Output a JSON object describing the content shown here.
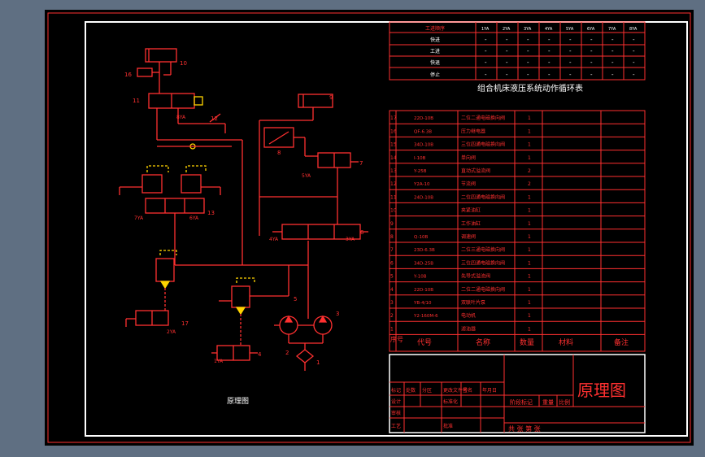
{
  "seq_table": {
    "header": [
      "工进顺序",
      "1YA",
      "2YA",
      "3YA",
      "4YA",
      "5YA",
      "6YA",
      "7YA",
      "8YA"
    ],
    "rows": [
      {
        "label": "快进",
        "cells": [
          "-",
          "-",
          "-",
          "-",
          "-",
          "-",
          "-",
          "-"
        ]
      },
      {
        "label": "工进",
        "cells": [
          "-",
          "-",
          "-",
          "-",
          "-",
          "-",
          "-",
          "-"
        ]
      },
      {
        "label": "快退",
        "cells": [
          "-",
          "-",
          "-",
          "-",
          "-",
          "-",
          "-",
          "-"
        ]
      },
      {
        "label": "停止",
        "cells": [
          "-",
          "-",
          "-",
          "-",
          "-",
          "-",
          "-",
          "-"
        ]
      }
    ]
  },
  "seq_title": "组合机床液压系统动作循环表",
  "parts": {
    "rows": [
      {
        "no": "17",
        "code": "22D-10B",
        "name": "二位二通电磁换向阀",
        "qty": "1"
      },
      {
        "no": "16",
        "code": "QF-6.3B",
        "name": "压力继电器",
        "qty": "1"
      },
      {
        "no": "15",
        "code": "34D-10B",
        "name": "三位四通电磁换向阀",
        "qty": "1"
      },
      {
        "no": "14",
        "code": "I-10B",
        "name": "单向阀",
        "qty": "1"
      },
      {
        "no": "13",
        "code": "Y-25B",
        "name": "直动式溢流阀",
        "qty": "2"
      },
      {
        "no": "12",
        "code": "Y2A-10",
        "name": "节流阀",
        "qty": "2"
      },
      {
        "no": "11",
        "code": "24D-10B",
        "name": "二位四通电磁换向阀",
        "qty": "1"
      },
      {
        "no": "10",
        "code": "",
        "name": "夹紧油缸",
        "qty": "1"
      },
      {
        "no": "9",
        "code": "",
        "name": "工作油缸",
        "qty": "1"
      },
      {
        "no": "8",
        "code": "Q-10B",
        "name": "调速阀",
        "qty": "1"
      },
      {
        "no": "7",
        "code": "23D-6.3B",
        "name": "二位三通电磁换向阀",
        "qty": "1"
      },
      {
        "no": "6",
        "code": "34D-25B",
        "name": "三位四通电磁换向阀",
        "qty": "1"
      },
      {
        "no": "5",
        "code": "Y-10B",
        "name": "先导式溢流阀",
        "qty": "1"
      },
      {
        "no": "4",
        "code": "22D-10B",
        "name": "二位二通电磁换向阀",
        "qty": "1"
      },
      {
        "no": "3",
        "code": "YB-4/10",
        "name": "双联叶片泵",
        "qty": "1"
      },
      {
        "no": "2",
        "code": "Y2-160M-6",
        "name": "电动机",
        "qty": "1"
      },
      {
        "no": "1",
        "code": "",
        "name": "滤油器",
        "qty": "1"
      }
    ],
    "header": {
      "no": "序号",
      "code": "代号",
      "name": "名称",
      "qty": "数量",
      "material": "材料",
      "remark": "备注"
    }
  },
  "title_block": {
    "drawing_name": "原理图",
    "row1": [
      "标记",
      "处数",
      "分区",
      "更改文件号",
      "签名",
      "年月日"
    ],
    "row2": [
      "设计",
      "标准化"
    ],
    "row3": [
      "审核"
    ],
    "row4": [
      "工艺",
      "批准"
    ],
    "stage": "阶段标记",
    "weight": "重量",
    "scale": "比例",
    "sheets": "共  张  第  张"
  },
  "circuit": {
    "caption": "原理图",
    "solenoids": [
      "1YA",
      "2YA",
      "3YA",
      "4YA",
      "5YA",
      "6YA",
      "7YA",
      "8YA"
    ],
    "labels": [
      "1",
      "2",
      "3",
      "4",
      "5",
      "6",
      "7",
      "8",
      "9",
      "10",
      "11",
      "12",
      "13",
      "16",
      "17"
    ]
  },
  "colors": {
    "line": "#ff3030",
    "frame": "#ffffff",
    "accent": "#ffd400",
    "background": "#000000"
  }
}
